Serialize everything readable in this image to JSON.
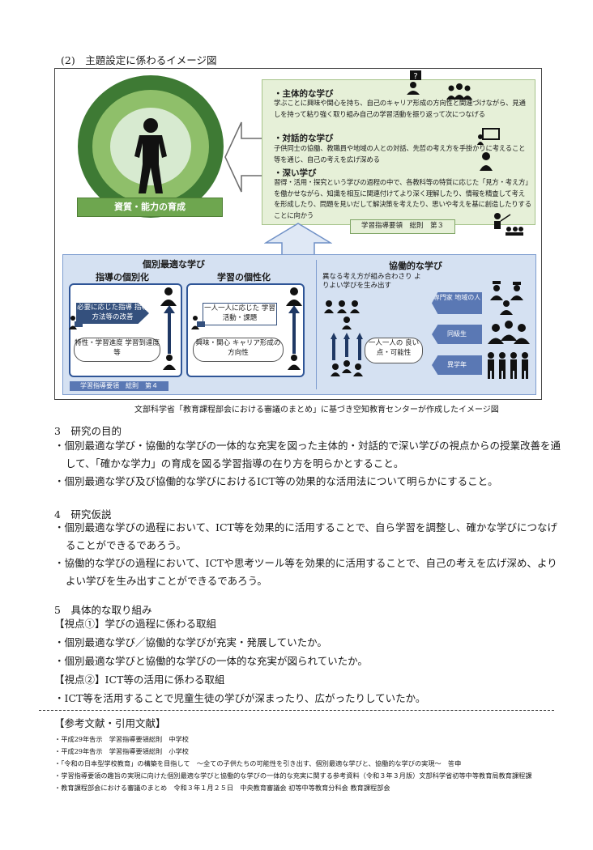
{
  "figure_section": {
    "heading": "(2)　主題設定に係わるイメージ図",
    "circle_label": "資質・能力の育成",
    "green": {
      "shutaiteki_title": "・主体的な学び",
      "shutaiteki_text": "学ぶことに興味や関心を持ち、自己のキャリア形成の方向性と関連づけながら、見通しを持って粘り強く取り組み自己の学習活動を振り返って次につなげる",
      "taiwateki_title": "・対話的な学び",
      "taiwateki_text": "子供同士の協働、教職員や地域の人との対話、先哲の考え方を手掛かりに考えること等を通じ、自己の考えを広げ深める",
      "fukai_title": "・深い学び",
      "fukai_text": "習得・活用・探究という学びの過程の中で、各教科等の特質に応じた「見方・考え方」を働かせながら、知識を相互に関連付けてより深く理解したり、情報を精査して考えを形成したり、問題を見いだして解決策を考えたり、思いや考えを基に創造したりすることに向かう",
      "tag": "学習指導要領　総則　第３"
    },
    "blue": {
      "kobetsu_title": "個別最適な学び",
      "shido_title": "指導の個別化",
      "shido_arrow": "必要に応じた指導 指導方法等の改善",
      "shido_oval": "特性・学習進度 学習到達度等",
      "gakushu_title": "学習の個性化",
      "gakushu_arrow": "一人一人に応じた 学習活動・課題",
      "gakushu_oval": "興味・関心 キャリア形成の方向性",
      "tag": "学習指導要領　総則　第４",
      "kyodo_title": "協働的な学び",
      "kyodo_sub": "異なる考え方が組み合わさり よりよい学びを生み出す",
      "kyodo_oval": "一人一人の 良い点・可能性",
      "groups": [
        "専門家 地域の人",
        "同級生",
        "異学年"
      ]
    },
    "caption": "文部科学省「教育課程部会における審議のまとめ」に基づき空知教育センターが作成したイメージ図"
  },
  "section3": {
    "heading": "3　研究の目的",
    "items": [
      "・個別最適な学び・協働的な学びの一体的な充実を図った主体的・対話的で深い学びの視点からの授業改善を通して、「確かな学力」の育成を図る学習指導の在り方を明らかとすること。",
      "・個別最適な学び及び協働的な学びにおけるICT等の効果的な活用法について明らかにすること。"
    ]
  },
  "section4": {
    "heading": "4　研究仮説",
    "items": [
      "・個別最適な学びの過程において、ICT等を効果的に活用することで、自ら学習を調整し、確かな学びにつなげることができるであろう。",
      "・協働的な学びの過程において、ICTや思考ツール等を効果的に活用することで、自己の考えを広げ深め、よりよい学びを生み出すことができるであろう。"
    ]
  },
  "section5": {
    "heading": "5　具体的な取り組み",
    "viewpoint1": "【視点①】学びの過程に係わる取組",
    "viewpoint1_items": [
      "・個別最適な学び／協働的な学びが充実・発展していたか。",
      "・個別最適な学びと協働的な学びの一体的な充実が図られていたか。"
    ],
    "viewpoint2": "【視点②】ICT等の活用に係わる取組",
    "viewpoint2_items": [
      "・ICT等を活用することで児童生徒の学びが深まったり、広がったりしていたか。"
    ]
  },
  "references": {
    "heading": "【参考文献・引用文献】",
    "items": [
      "・平成29年告示　学習指導要領総則　中学校",
      "・平成29年告示　学習指導要領総則　小学校",
      "・「令和の日本型学校教育」の構築を目指して　～全ての子供たちの可能性を引き出す、個別最適な学びと、協働的な学びの実現～　答申",
      "・学習指導要領の趣旨の実現に向けた個別最適な学びと協働的な学びの一体的な充実に関する参考資料（令和３年３月版）文部科学省初等中等教育局教育課程課",
      "・教育課程部会における審議のまとめ　令和３年１月２５日　中央教育審議会 初等中等教育分科会 教育課程部会"
    ]
  },
  "colors": {
    "green_fill": "#e6f0d8",
    "circle_dark": "#3e7a34",
    "circle_mid": "#8fbf6a",
    "circle_light": "#d7ead0",
    "blue_fill": "#d5e1f2",
    "navy": "#2f5597"
  }
}
